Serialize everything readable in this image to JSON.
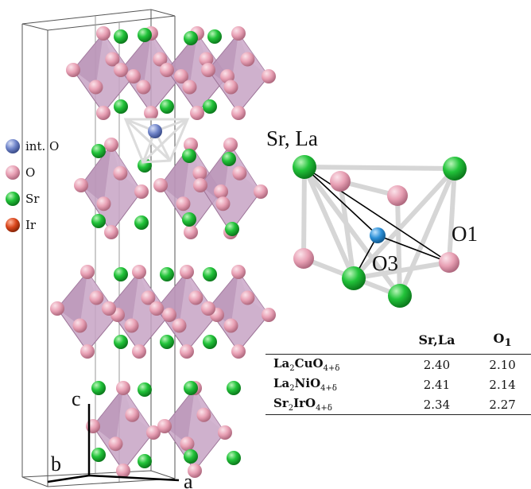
{
  "legend": [
    {
      "label": "int. O",
      "color": "#6f84c9"
    },
    {
      "label": "O",
      "color": "#e8a0b4"
    },
    {
      "label": "Sr",
      "color": "#1fc03a"
    },
    {
      "label": "Ir",
      "color": "#d9461c"
    }
  ],
  "axes": {
    "a": "a",
    "b": "b",
    "c": "c"
  },
  "inset": {
    "site_label": "Sr, La",
    "o1_label": "O1",
    "o3_label": "O3"
  },
  "table": {
    "headers": [
      "",
      "Sr,La",
      "O1"
    ],
    "rows": [
      {
        "compound": "La2CuO4+δ",
        "sr_la": "2.40",
        "o1": "2.10"
      },
      {
        "compound": "La2NiO4+δ",
        "sr_la": "2.41",
        "o1": "2.14"
      },
      {
        "compound": "Sr2IrO4+δ",
        "sr_la": "2.34",
        "o1": "2.27"
      }
    ]
  },
  "colors": {
    "octahedron": "#c7a3c4",
    "oxygen": "#e8a0b4",
    "strontium": "#1fc03a",
    "interstitial": "#6f84c9",
    "interstitial_inset": "#2c8fd6",
    "iridium": "#d9461c"
  }
}
